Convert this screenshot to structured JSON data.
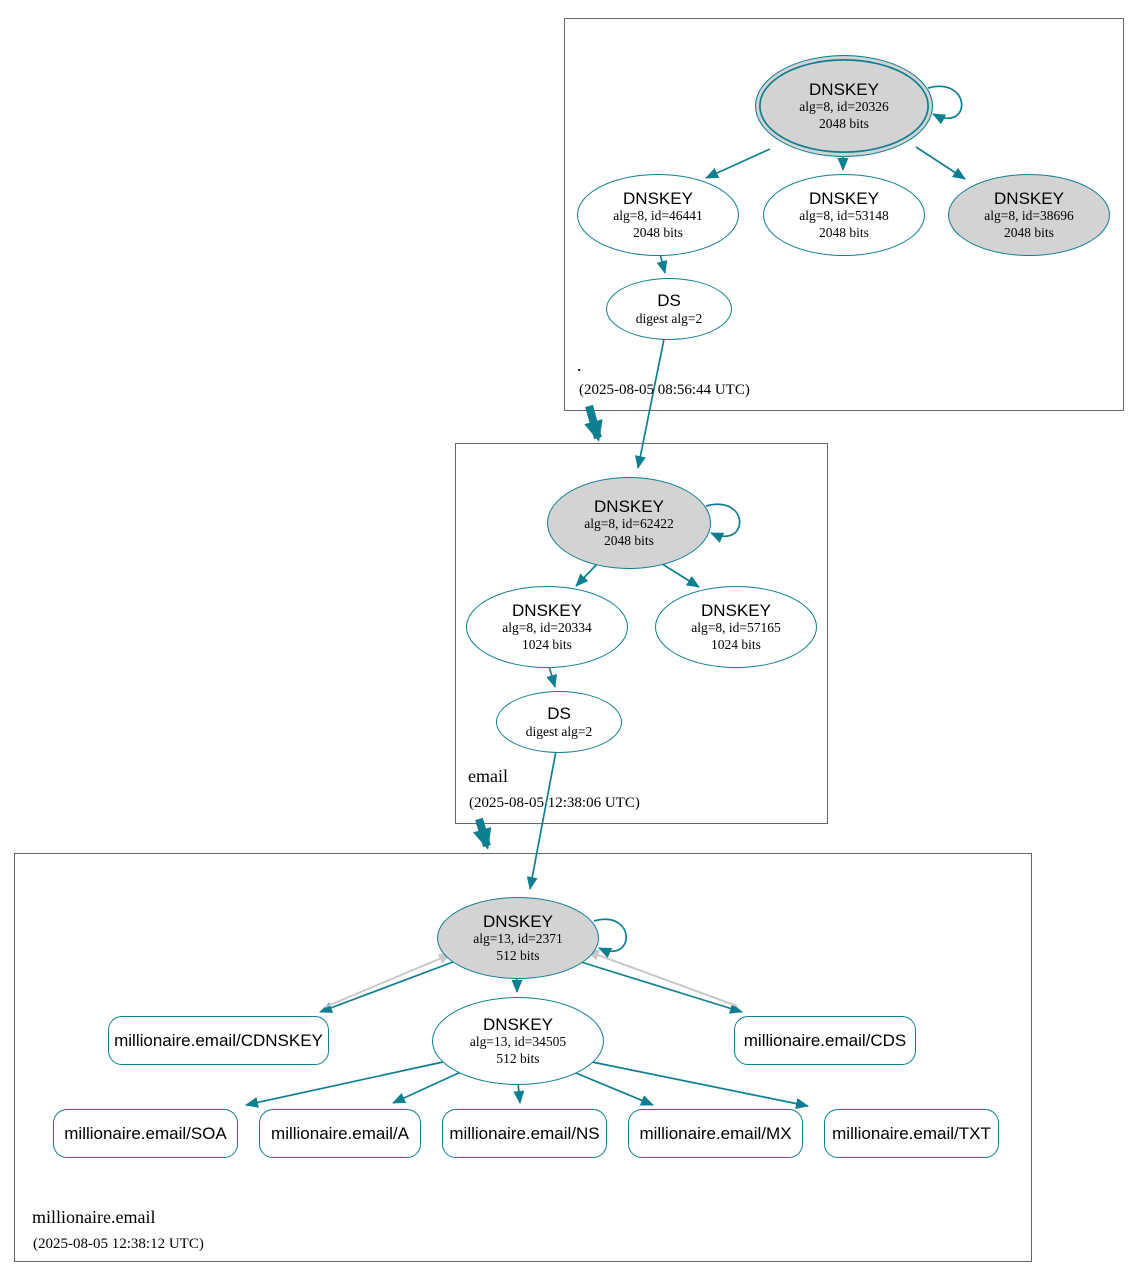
{
  "theme": {
    "teal": "#0e7f91",
    "ksk-fill": "#d3d3d3",
    "gray-arrow": "#c9c9c9",
    "box-border": "#666666"
  },
  "zones": {
    "root": {
      "label": ".",
      "timestamp": "(2025-08-05 08:56:44 UTC)",
      "ksk": {
        "title": "DNSKEY",
        "line1": "alg=8, id=20326",
        "line2": "2048 bits"
      },
      "zsk1": {
        "title": "DNSKEY",
        "line1": "alg=8, id=46441",
        "line2": "2048 bits"
      },
      "zsk2": {
        "title": "DNSKEY",
        "line1": "alg=8, id=53148",
        "line2": "2048 bits"
      },
      "zsk3": {
        "title": "DNSKEY",
        "line1": "alg=8, id=38696",
        "line2": "2048 bits"
      },
      "ds": {
        "title": "DS",
        "line1": "digest alg=2"
      }
    },
    "email": {
      "label": "email",
      "timestamp": "(2025-08-05 12:38:06 UTC)",
      "ksk": {
        "title": "DNSKEY",
        "line1": "alg=8, id=62422",
        "line2": "2048 bits"
      },
      "zsk1": {
        "title": "DNSKEY",
        "line1": "alg=8, id=20334",
        "line2": "1024 bits"
      },
      "zsk2": {
        "title": "DNSKEY",
        "line1": "alg=8, id=57165",
        "line2": "1024 bits"
      },
      "ds": {
        "title": "DS",
        "line1": "digest alg=2"
      }
    },
    "millionaire": {
      "label": "millionaire.email",
      "timestamp": "(2025-08-05 12:38:12 UTC)",
      "ksk": {
        "title": "DNSKEY",
        "line1": "alg=13, id=2371",
        "line2": "512 bits"
      },
      "zsk": {
        "title": "DNSKEY",
        "line1": "alg=13, id=34505",
        "line2": "512 bits"
      },
      "records": {
        "cdnskey": "millionaire.email/CDNSKEY",
        "cds": "millionaire.email/CDS",
        "soa": "millionaire.email/SOA",
        "a": "millionaire.email/A",
        "ns": "millionaire.email/NS",
        "mx": "millionaire.email/MX",
        "txt": "millionaire.email/TXT"
      }
    }
  }
}
